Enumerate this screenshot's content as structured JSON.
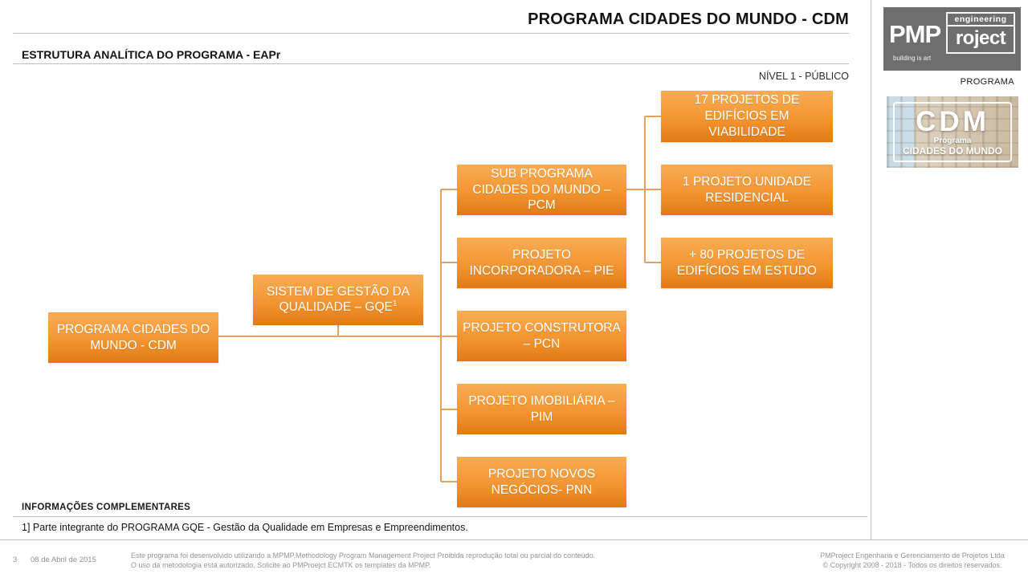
{
  "header": {
    "title": "PROGRAMA CIDADES DO MUNDO - CDM",
    "section_title": "ESTRUTURA ANALÍTICA DO PROGRAMA - EAPr",
    "level_label": "NÍVEL 1 - PÚBLICO"
  },
  "logo": {
    "pmp": "PMP",
    "roject": "roject",
    "engineering": "engineering",
    "tagline": "building is art",
    "program_label": "PROGRAMA"
  },
  "program_card": {
    "acronym": "CDM",
    "line1": "Programa",
    "line2": "CIDADES DO MUNDO"
  },
  "diagram": {
    "nodes": {
      "cdm": {
        "label": "PROGRAMA CIDADES DO\nMUNDO - CDM"
      },
      "gqe": {
        "label": "SISTEM DE GESTÃO DA\nQUALIDADE – GQE",
        "sup": "1"
      },
      "pcm": {
        "label": "SUB PROGRAMA\nCIDADES DO MUNDO –\nPCM"
      },
      "pie": {
        "label": "PROJETO\nINCORPORADORA – PIE"
      },
      "pcn": {
        "label": "PROJETO CONSTRUTORA\n– PCN"
      },
      "pim": {
        "label": "PROJETO IMOBILIÁRIA –\nPIM"
      },
      "pnn": {
        "label": "PROJETO NOVOS\nNEGÓCIOS- PNN"
      },
      "viabilidade": {
        "label": "17 PROJETOS DE\nEDIFÍCIOS EM\nVIABILIDADE"
      },
      "residencial": {
        "label": "1 PROJETO UNIDADE\nRESIDENCIAL"
      },
      "estudo": {
        "label": "+ 80 PROJETOS DE\nEDIFÍCIOS EM ESTUDO"
      }
    }
  },
  "notes": {
    "heading": "INFORMAÇÕES COMPLEMENTARES",
    "note1": "1] Parte integrante do PROGRAMA GQE - Gestão da Qualidade em Empresas e Empreendimentos."
  },
  "footer": {
    "page_number": "3",
    "date": "08 de Abril de 2015",
    "disclaimer_line1": "Este programa foi desenvolvido utilizando a MPMP.Methodology Program Management Project Proibida reprodução total ou parcial do conteúdo.",
    "disclaimer_line2": "O uso da metodologia está autorizado. Solicite ao PMProejct ECMTK os templates da MPMP.",
    "company_line1": "PMProject Engenharia e Gerenciamento de Projetos Ltda",
    "company_line2": "© Copyright 2008 - 2018 - Todos os direitos reservados."
  },
  "colors": {
    "node_gradient_top": "#FAAD55",
    "node_gradient_bottom": "#E07A16",
    "connector": "#E0A25E",
    "logo_background": "#6E6E6E",
    "rule_gray": "#BFBFBF"
  }
}
